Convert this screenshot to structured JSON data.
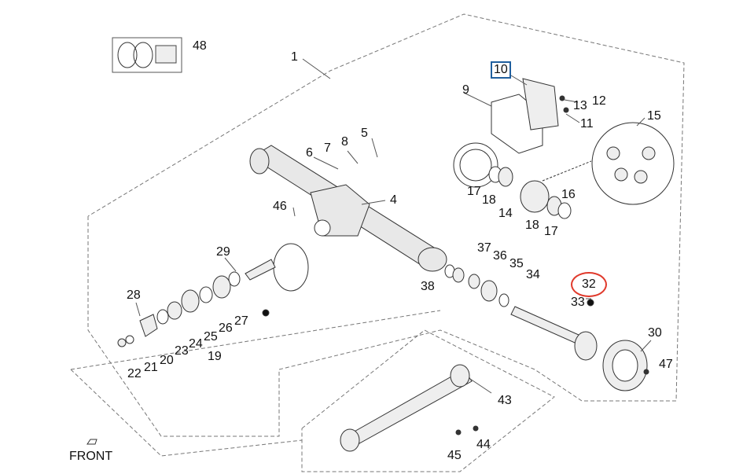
{
  "diagram": {
    "labels": {
      "p1": "1",
      "p4": "4",
      "p5": "5",
      "p6": "6",
      "p7": "7",
      "p8": "8",
      "p9": "9",
      "p10": "10",
      "p11": "11",
      "p12": "12",
      "p13": "13",
      "p14": "14",
      "p15": "15",
      "p16": "16",
      "p17a": "17",
      "p17b": "17",
      "p18a": "18",
      "p18b": "18",
      "p19": "19",
      "p20": "20",
      "p21": "21",
      "p22": "22",
      "p23": "23",
      "p24": "24",
      "p25": "25",
      "p26": "26",
      "p27": "27",
      "p28": "28",
      "p29": "29",
      "p30": "30",
      "p32": "32",
      "p33": "33",
      "p34": "34",
      "p35": "35",
      "p36": "36",
      "p37": "37",
      "p38": "38",
      "p43": "43",
      "p44": "44",
      "p45": "45",
      "p46": "46",
      "p47": "47",
      "p48": "48"
    },
    "front_label": "FRONT",
    "highlight_box_part": "10",
    "highlight_circle_part": "32",
    "colors": {
      "box": "#1f5f9e",
      "circle": "#e0392b",
      "line": "#555555"
    }
  }
}
